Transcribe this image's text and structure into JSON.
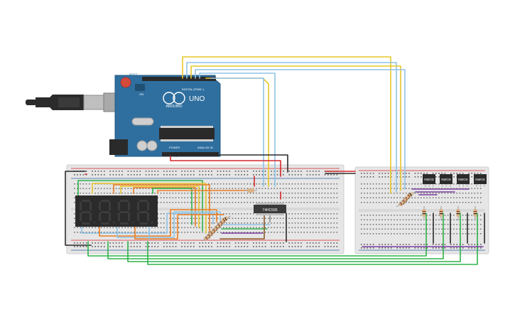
{
  "arduino": {
    "brand": "ARDUINO",
    "model": "UNO",
    "digital_header": "DIGITAL (PWM~)",
    "power_header": "POWER",
    "analog_header": "ANALOG IN",
    "reset_label": "RESET",
    "on_label": "ON"
  },
  "chips": {
    "shift_register": "74HC595"
  },
  "transistors": {
    "labels": [
      "NMOS",
      "NMOS",
      "NMOS",
      "NMOS"
    ]
  },
  "display": {
    "digits": [
      "8",
      "8",
      "8",
      "8"
    ],
    "segment_color": "#3c3c3c"
  },
  "colors": {
    "board": "#2f6f9f",
    "breadboard": "#e6e6e6",
    "wire_yellow": "#e8c62a",
    "wire_blue": "#8fc3e6",
    "wire_green": "#2fb34a",
    "wire_orange": "#ec7d22",
    "wire_purple": "#7a3fa0",
    "wire_red": "#d6262a",
    "wire_black": "#2a2a2a",
    "wire_gray": "#8a8a8a",
    "wire_brown": "#8b5a2b"
  }
}
